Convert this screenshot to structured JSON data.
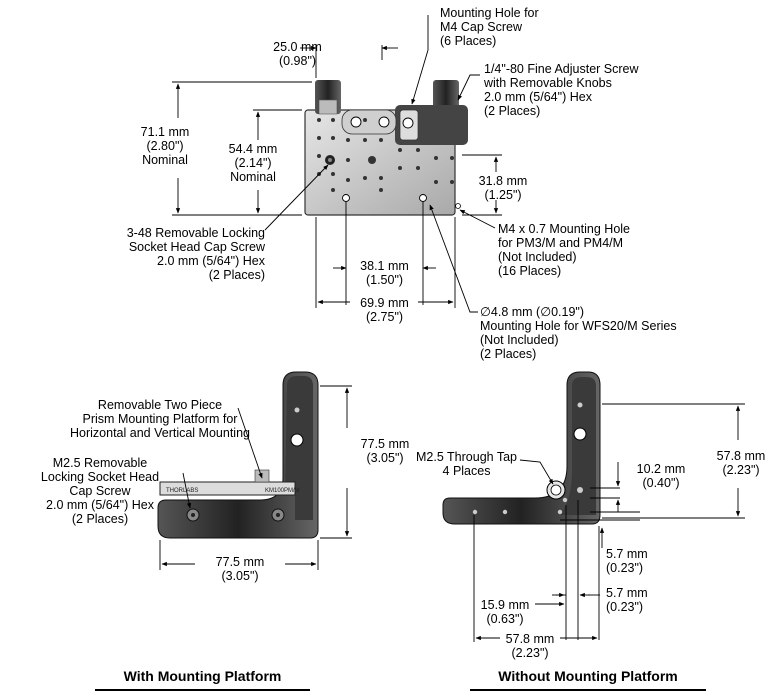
{
  "top_view": {
    "mount_hole_callout": "Mounting Hole for\nM4 Cap Screw\n(6 Places)",
    "adjuster_callout": "1/4\"-80 Fine Adjuster Screw\nwith Removable Knobs\n2.0 mm (5/64\") Hex\n(2 Places)",
    "dim_25": "25.0 mm\n(0.98\")",
    "dim_71": "71.1 mm\n(2.80\")\nNominal",
    "dim_54": "54.4 mm\n(2.14\")\nNominal",
    "dim_31": "31.8 mm\n(1.25\")",
    "locking_callout": "3-48 Removable Locking\nSocket Head Cap Screw\n2.0 mm (5/64\") Hex\n(2 Places)",
    "pm_callout": "M4 x 0.7 Mounting Hole\nfor PM3/M and PM4/M\n(Not Included)\n(16 Places)",
    "dim_38": "38.1 mm\n(1.50\")",
    "dim_69": "69.9 mm\n(2.75\")",
    "wfs_callout": "∅4.8 mm (∅0.19\")\nMounting Hole for WFS20/M Series\n(Not Included)\n(2 Places)"
  },
  "left_view": {
    "platform_callout": "Removable Two Piece\nPrism Mounting Platform for\nHorizontal and Vertical Mounting",
    "m25_callout": "M2.5 Removable\nLocking Socket Head\nCap Screw\n2.0 mm (5/64\") Hex\n(2 Places)",
    "dim_h": "77.5 mm\n(3.05\")",
    "dim_w": "77.5 mm\n(3.05\")",
    "engraving_left": "THORLABS",
    "engraving_right": "KM100PM/M",
    "caption": "With Mounting Platform"
  },
  "right_view": {
    "tap_callout": "M2.5 Through Tap\n4 Places",
    "dim_10": "10.2 mm\n(0.40\")",
    "dim_57h": "57.8 mm\n(2.23\")",
    "dim_57a": "5.7 mm\n(0.23\")",
    "dim_57b": "5.7 mm\n(0.23\")",
    "dim_159": "15.9 mm\n(0.63\")",
    "dim_57w": "57.8 mm\n(2.23\")",
    "caption": "Without Mounting Platform"
  }
}
